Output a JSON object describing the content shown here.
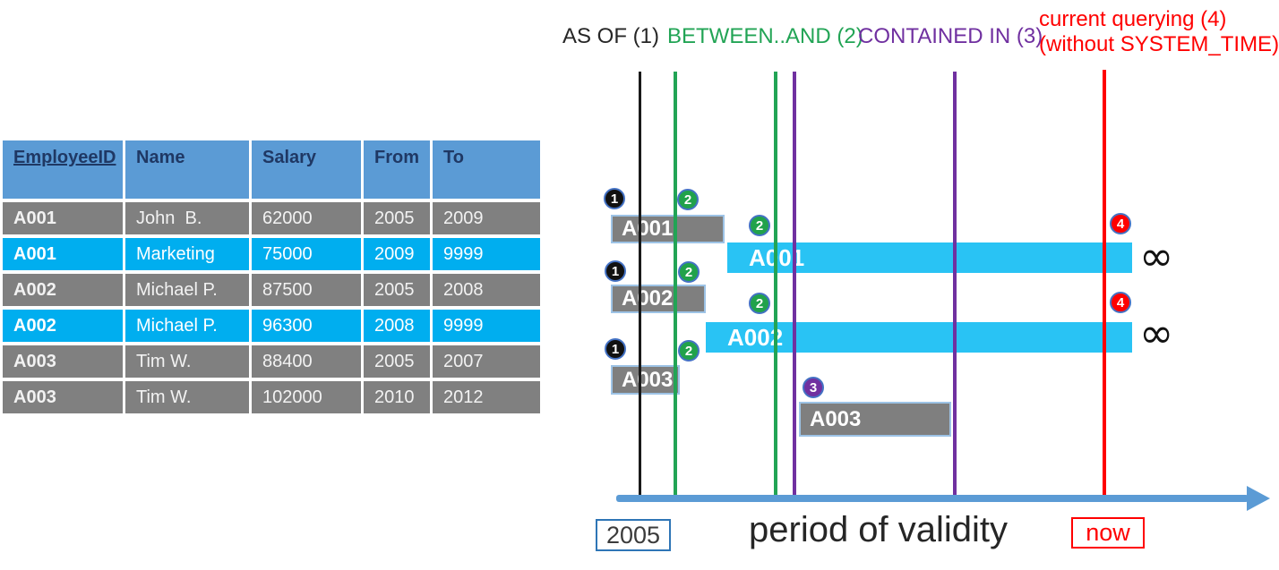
{
  "legend": {
    "as_of": "AS OF (1)",
    "between_and": "BETWEEN..AND (2)",
    "contained_in": "CONTAINED IN (3)",
    "current_querying_line1": "current querying (4)",
    "current_querying_line2": "(without SYSTEM_TIME)"
  },
  "table": {
    "headers": [
      "EmployeeID",
      "Name",
      "Salary",
      "From",
      "To"
    ],
    "rows": [
      {
        "style": "gray",
        "cells": [
          "A001",
          "John  B.",
          "62000",
          "2005",
          "2009"
        ]
      },
      {
        "style": "cyan",
        "cells": [
          "A001",
          "Marketing",
          "75000",
          "2009",
          "9999"
        ]
      },
      {
        "style": "gray",
        "cells": [
          "A002",
          "Michael P.",
          "87500",
          "2005",
          "2008"
        ]
      },
      {
        "style": "cyan",
        "cells": [
          "A002",
          "Michael P.",
          "96300",
          "2008",
          "9999"
        ]
      },
      {
        "style": "gray",
        "cells": [
          "A003",
          "Tim W.",
          "88400",
          "2005",
          "2007"
        ]
      },
      {
        "style": "gray",
        "cells": [
          "A003",
          "Tim W.",
          "102000",
          "2010",
          "2012"
        ]
      }
    ]
  },
  "diagram": {
    "bars": [
      {
        "label": "A001",
        "kind": "history"
      },
      {
        "label": "A001",
        "kind": "current"
      },
      {
        "label": "A002",
        "kind": "history"
      },
      {
        "label": "A002",
        "kind": "current"
      },
      {
        "label": "A003",
        "kind": "history"
      },
      {
        "label": "A003",
        "kind": "history"
      }
    ],
    "badges": [
      {
        "value": "1"
      },
      {
        "value": "2"
      },
      {
        "value": "2"
      },
      {
        "value": "4"
      },
      {
        "value": "1"
      },
      {
        "value": "2"
      },
      {
        "value": "2"
      },
      {
        "value": "4"
      },
      {
        "value": "1"
      },
      {
        "value": "2"
      },
      {
        "value": "3"
      }
    ],
    "infinity_symbol": "∞",
    "axis": {
      "origin_label": "2005",
      "axis_label": "period of validity",
      "now_label": "now"
    },
    "colors": {
      "header_blue": "#5B9BD5",
      "row_gray": "#808080",
      "row_cyan": "#00AEEF",
      "bar_gray": "#7F7F7F",
      "bar_cyan": "#29C3F4",
      "green": "#22A455",
      "purple": "#7030A0",
      "red": "#FF0000",
      "black": "#1a1a1a",
      "axis_blue": "#5B9BD5"
    }
  }
}
